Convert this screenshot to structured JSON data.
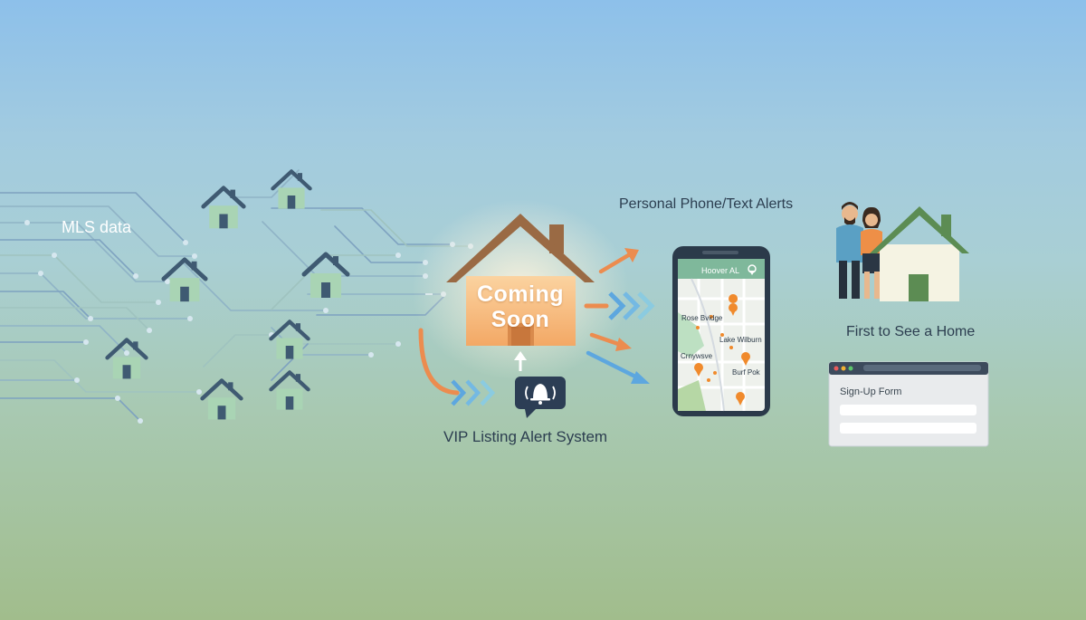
{
  "labels": {
    "mls_data": "MLS data",
    "coming_soon_line1": "Coming",
    "coming_soon_line2": "Soon",
    "vip_system": "VIP Listing Alert System",
    "phone_alerts": "Personal Phone/Text Alerts",
    "first_to_see": "First to See a Home"
  },
  "phone_map": {
    "header": "Hoover AL",
    "places": [
      "Rose Bvidge",
      "Lake Wilburn",
      "Crnywsve",
      "Burf Pok"
    ]
  },
  "signup_form": {
    "title": "Sign-Up Form"
  },
  "colors": {
    "house_orange": "#f6b872",
    "roof_brown": "#9a6a44",
    "house_green": "#a9d4b4",
    "roof_navy": "#3f5a72",
    "arrow_orange": "#ec8c4f",
    "arrow_blue": "#5da7df",
    "pin_orange": "#f08a2c",
    "family_house_roof": "#5c8c53"
  },
  "icons": [
    "house-icon",
    "bell-alert-icon",
    "smartphone-icon",
    "map-pin-icon",
    "family-icon",
    "browser-window-icon",
    "chevron-right-icon",
    "arrow-up-icon"
  ]
}
